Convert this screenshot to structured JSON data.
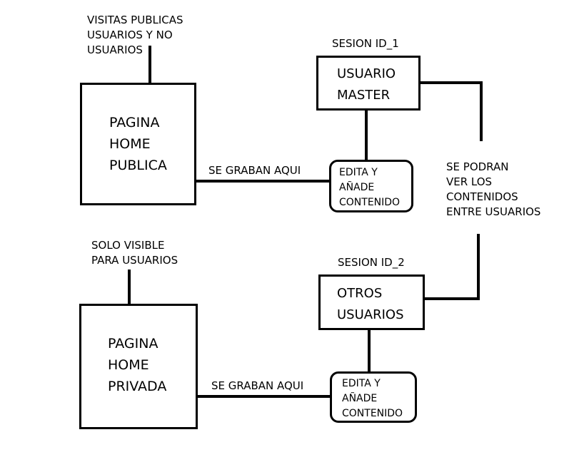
{
  "public_page": {
    "note": "VISITAS PUBLICAS\nUSUARIOS Y NO\nUSUARIOS",
    "title": "PAGINA\nHOME\nPUBLICA",
    "edge_label": "SE GRABAN AQUI"
  },
  "master_user": {
    "session": "SESION ID_1",
    "title": "USUARIO\nMASTER",
    "action": "EDITA Y\nAÑADE\nCONTENIDO"
  },
  "shared_note": "SE PODRAN\nVER LOS\nCONTENIDOS\nENTRE USUARIOS",
  "private_page": {
    "note": "SOLO VISIBLE\nPARA USUARIOS",
    "title": "PAGINA\nHOME\nPRIVADA",
    "edge_label": "SE GRABAN AQUI"
  },
  "other_users": {
    "session": "SESION ID_2",
    "title": "OTROS\nUSUARIOS",
    "action": "EDITA Y\nAÑADE\nCONTENIDO"
  }
}
